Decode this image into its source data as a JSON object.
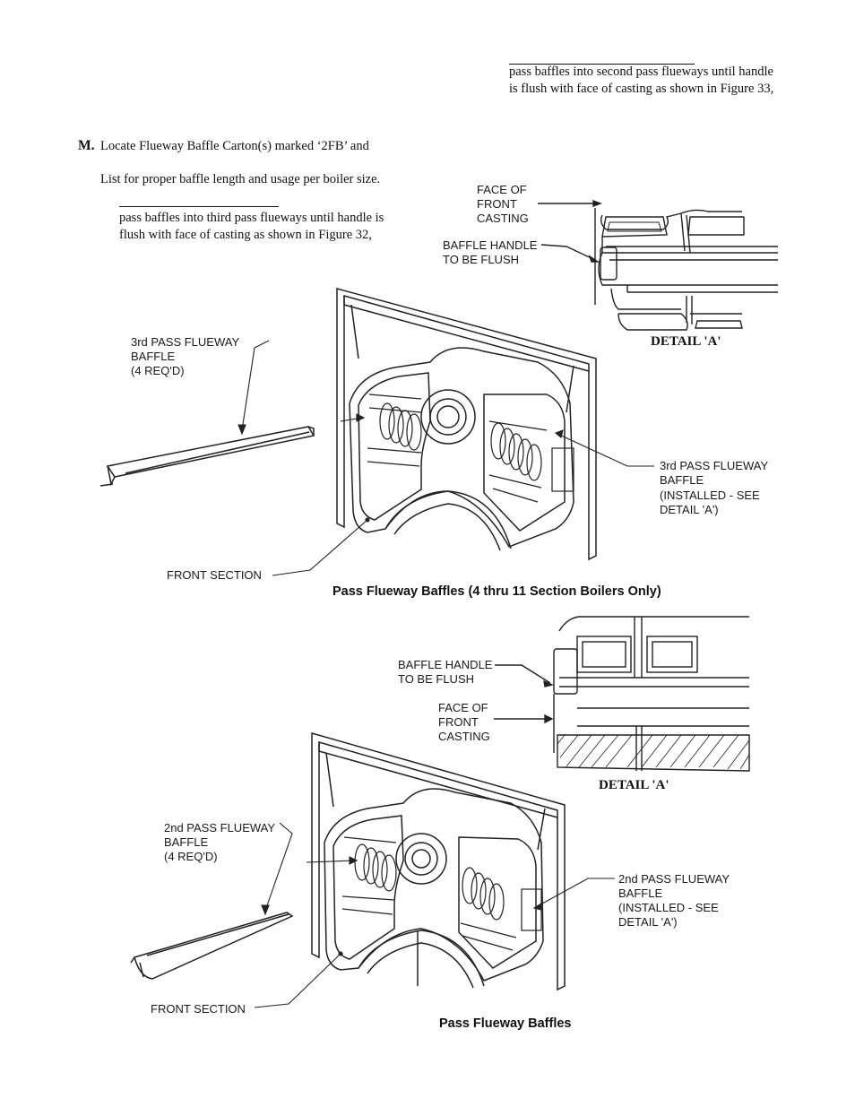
{
  "top_right_text": {
    "line1": "pass baffles into second pass flueways until handle",
    "line2": "is flush with face of casting as shown in Figure 33,"
  },
  "step_m": {
    "letter": "M.",
    "line1": "Locate  Flueway Baffle Carton(s) marked ‘2FB’ and",
    "line2": "List for proper baffle length and usage per boiler size.",
    "sub_line1": "pass baffles into third pass flueways until handle is",
    "sub_line2": "flush with face of casting as shown in Figure 32,"
  },
  "figure_32": {
    "caption": "Pass Flueway Baffles (4 thru 11 Section Boilers Only)",
    "detail_title": "DETAIL 'A'",
    "face_label": [
      "FACE OF",
      "FRONT",
      "CASTING"
    ],
    "handle_label": [
      "BAFFLE HANDLE",
      "TO BE FLUSH"
    ],
    "baffle_label": [
      "3rd PASS FLUEWAY",
      "BAFFLE",
      "(4 REQ'D)"
    ],
    "installed_label": [
      "3rd PASS FLUEWAY",
      "BAFFLE",
      "(INSTALLED - SEE",
      "DETAIL 'A')"
    ],
    "front_section_label": "FRONT SECTION"
  },
  "figure_33": {
    "caption": "Pass Flueway Baffles",
    "detail_title": "DETAIL 'A'",
    "handle_label": [
      "BAFFLE HANDLE",
      "TO BE FLUSH"
    ],
    "face_label": [
      "FACE OF",
      "FRONT",
      "CASTING"
    ],
    "baffle_label": [
      "2nd PASS FLUEWAY",
      "BAFFLE",
      "(4 REQ'D)"
    ],
    "installed_label": [
      "2nd PASS FLUEWAY",
      "BAFFLE",
      "(INSTALLED - SEE",
      "DETAIL 'A')"
    ],
    "front_section_label": "FRONT SECTION"
  }
}
